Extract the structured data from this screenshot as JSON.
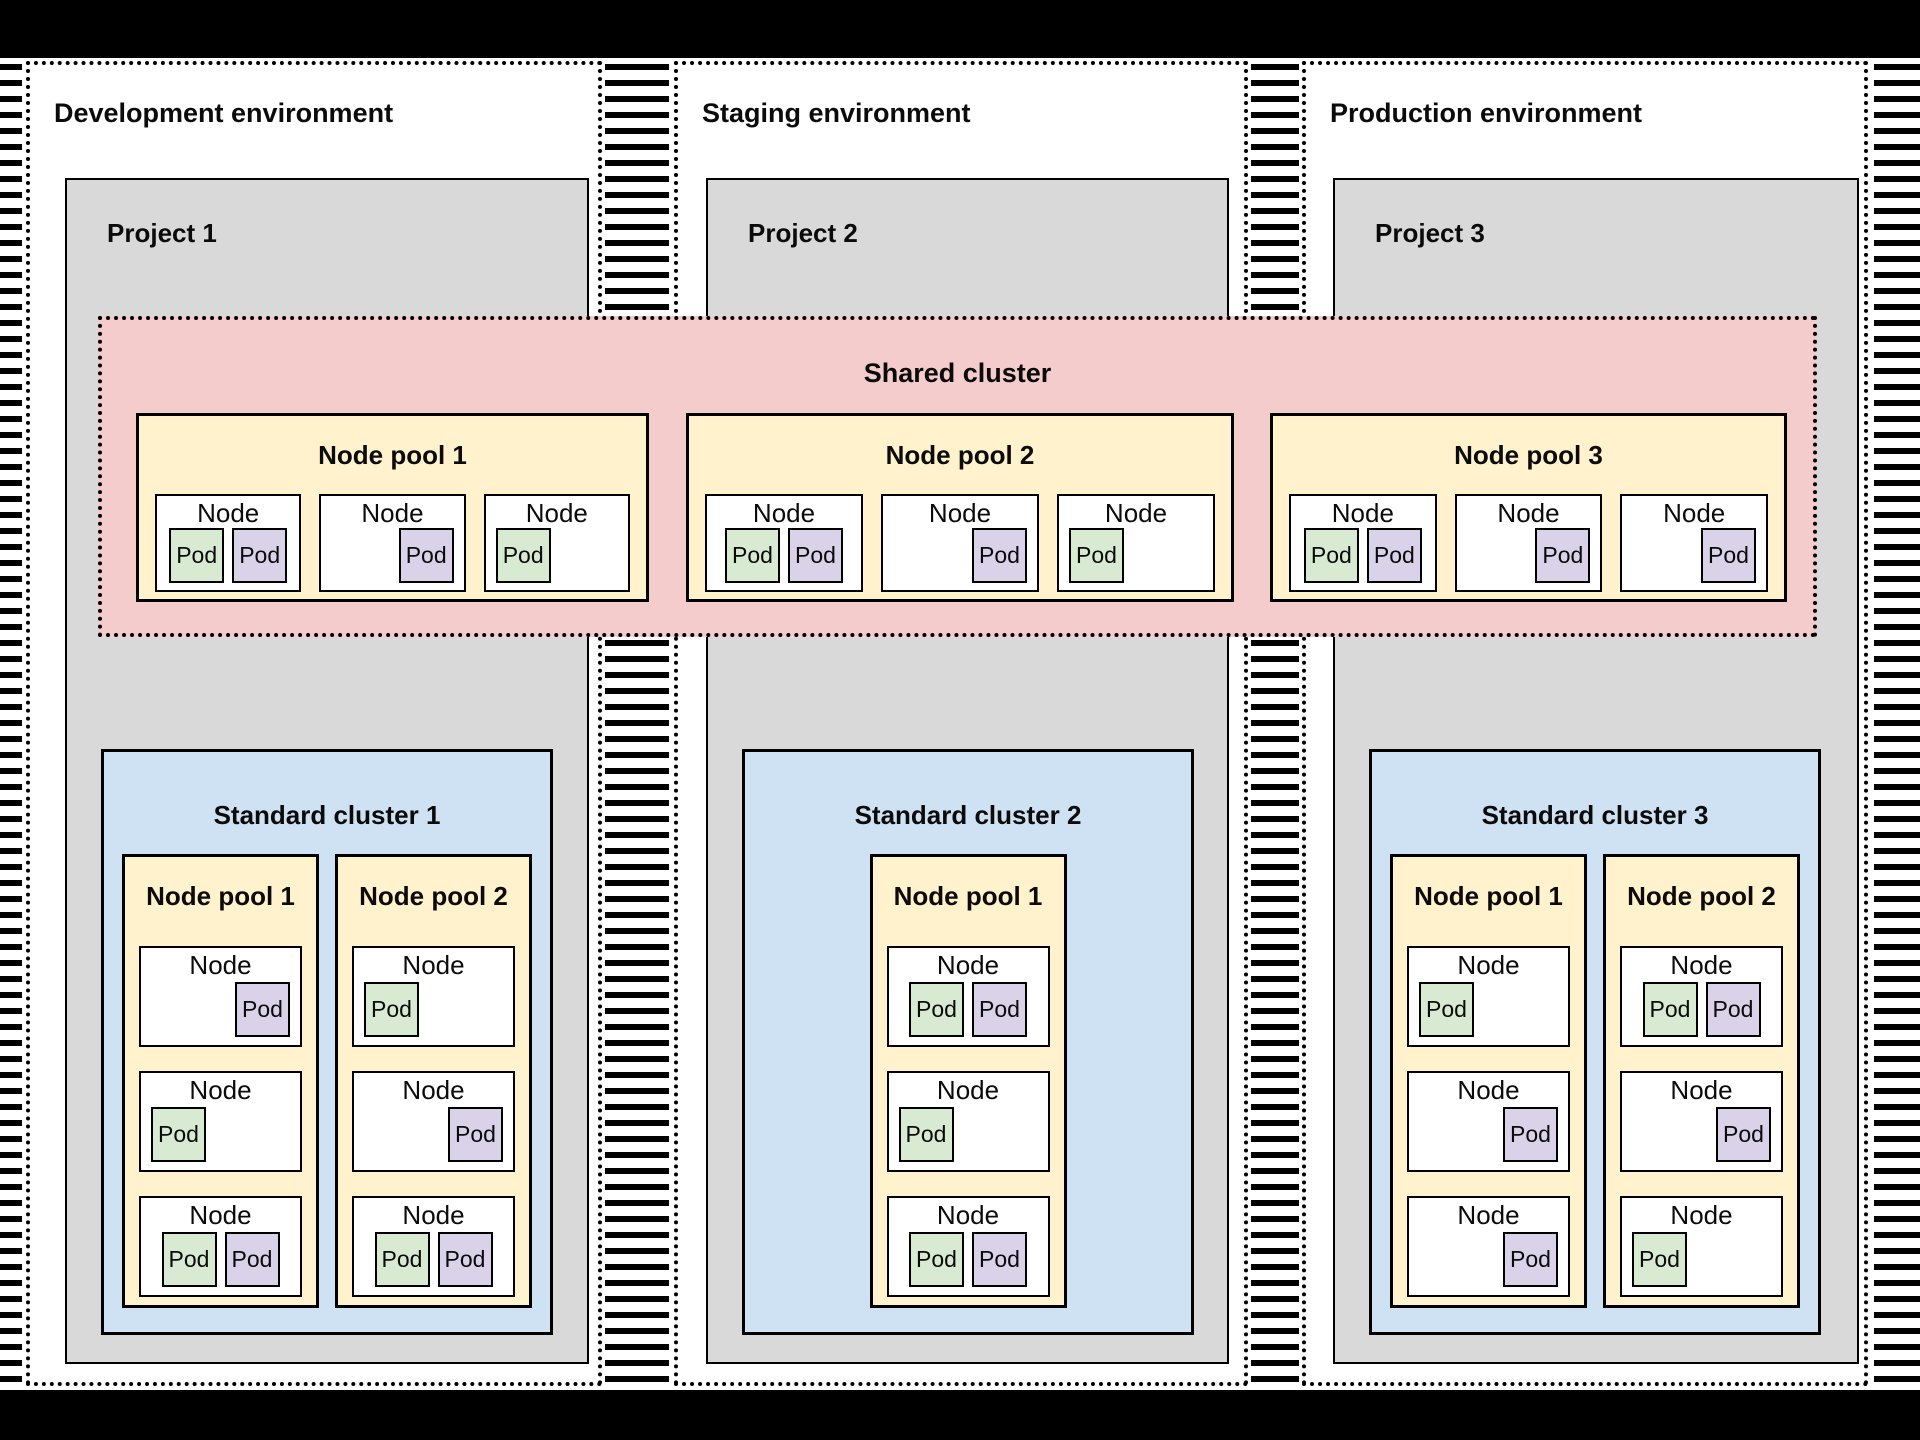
{
  "diagram": {
    "kind": "gke-multi-environment-architecture",
    "colors": {
      "background": "#000000",
      "canvas": "#ffffff",
      "project_gray": "#d9d9d9",
      "shared_cluster_pink": "#f4cccc",
      "node_pool_yellow": "#fff2cc",
      "standard_cluster_blue": "#cfe2f3",
      "pod_green": "#d9ead3",
      "pod_purple": "#d9d2e9",
      "line_black": "#000000"
    }
  },
  "shared_cluster": {
    "title": "Shared cluster",
    "node_pools": [
      {
        "title": "Node pool 1",
        "nodes": [
          {
            "label": "Node",
            "pods_align": "center",
            "pods": [
              {
                "label": "Pod",
                "color": "green"
              },
              {
                "label": "Pod",
                "color": "purple"
              }
            ]
          },
          {
            "label": "Node",
            "pods_align": "right",
            "pods": [
              {
                "label": "Pod",
                "color": "purple"
              }
            ]
          },
          {
            "label": "Node",
            "pods_align": "left",
            "pods": [
              {
                "label": "Pod",
                "color": "green"
              }
            ]
          }
        ]
      },
      {
        "title": "Node pool 2",
        "nodes": [
          {
            "label": "Node",
            "pods_align": "center",
            "pods": [
              {
                "label": "Pod",
                "color": "green"
              },
              {
                "label": "Pod",
                "color": "purple"
              }
            ]
          },
          {
            "label": "Node",
            "pods_align": "right",
            "pods": [
              {
                "label": "Pod",
                "color": "purple"
              }
            ]
          },
          {
            "label": "Node",
            "pods_align": "left",
            "pods": [
              {
                "label": "Pod",
                "color": "green"
              }
            ]
          }
        ]
      },
      {
        "title": "Node pool 3",
        "nodes": [
          {
            "label": "Node",
            "pods_align": "center",
            "pods": [
              {
                "label": "Pod",
                "color": "green"
              },
              {
                "label": "Pod",
                "color": "purple"
              }
            ]
          },
          {
            "label": "Node",
            "pods_align": "right",
            "pods": [
              {
                "label": "Pod",
                "color": "purple"
              }
            ]
          },
          {
            "label": "Node",
            "pods_align": "right",
            "pods": [
              {
                "label": "Pod",
                "color": "purple"
              }
            ]
          }
        ]
      }
    ]
  },
  "environments": [
    {
      "title": "Development environment",
      "project": {
        "title": "Project 1",
        "standard_cluster": {
          "title": "Standard cluster 1",
          "node_pools": [
            {
              "title": "Node pool 1",
              "nodes": [
                {
                  "label": "Node",
                  "pods_align": "right",
                  "pods": [
                    {
                      "label": "Pod",
                      "color": "purple"
                    }
                  ]
                },
                {
                  "label": "Node",
                  "pods_align": "left",
                  "pods": [
                    {
                      "label": "Pod",
                      "color": "green"
                    }
                  ]
                },
                {
                  "label": "Node",
                  "pods_align": "center",
                  "pods": [
                    {
                      "label": "Pod",
                      "color": "green"
                    },
                    {
                      "label": "Pod",
                      "color": "purple"
                    }
                  ]
                }
              ]
            },
            {
              "title": "Node pool 2",
              "nodes": [
                {
                  "label": "Node",
                  "pods_align": "left",
                  "pods": [
                    {
                      "label": "Pod",
                      "color": "green"
                    }
                  ]
                },
                {
                  "label": "Node",
                  "pods_align": "right",
                  "pods": [
                    {
                      "label": "Pod",
                      "color": "purple"
                    }
                  ]
                },
                {
                  "label": "Node",
                  "pods_align": "center",
                  "pods": [
                    {
                      "label": "Pod",
                      "color": "green"
                    },
                    {
                      "label": "Pod",
                      "color": "purple"
                    }
                  ]
                }
              ]
            }
          ]
        }
      }
    },
    {
      "title": "Staging environment",
      "project": {
        "title": "Project 2",
        "standard_cluster": {
          "title": "Standard cluster 2",
          "node_pools": [
            {
              "title": "Node pool 1",
              "nodes": [
                {
                  "label": "Node",
                  "pods_align": "center",
                  "pods": [
                    {
                      "label": "Pod",
                      "color": "green"
                    },
                    {
                      "label": "Pod",
                      "color": "purple"
                    }
                  ]
                },
                {
                  "label": "Node",
                  "pods_align": "left",
                  "pods": [
                    {
                      "label": "Pod",
                      "color": "green"
                    }
                  ]
                },
                {
                  "label": "Node",
                  "pods_align": "center",
                  "pods": [
                    {
                      "label": "Pod",
                      "color": "green"
                    },
                    {
                      "label": "Pod",
                      "color": "purple"
                    }
                  ]
                }
              ]
            }
          ]
        }
      }
    },
    {
      "title": "Production environment",
      "project": {
        "title": "Project 3",
        "standard_cluster": {
          "title": "Standard cluster 3",
          "node_pools": [
            {
              "title": "Node pool 1",
              "nodes": [
                {
                  "label": "Node",
                  "pods_align": "left",
                  "pods": [
                    {
                      "label": "Pod",
                      "color": "green"
                    }
                  ]
                },
                {
                  "label": "Node",
                  "pods_align": "right",
                  "pods": [
                    {
                      "label": "Pod",
                      "color": "purple"
                    }
                  ]
                },
                {
                  "label": "Node",
                  "pods_align": "right",
                  "pods": [
                    {
                      "label": "Pod",
                      "color": "purple"
                    }
                  ]
                }
              ]
            },
            {
              "title": "Node pool 2",
              "nodes": [
                {
                  "label": "Node",
                  "pods_align": "center",
                  "pods": [
                    {
                      "label": "Pod",
                      "color": "green"
                    },
                    {
                      "label": "Pod",
                      "color": "purple"
                    }
                  ]
                },
                {
                  "label": "Node",
                  "pods_align": "right",
                  "pods": [
                    {
                      "label": "Pod",
                      "color": "purple"
                    }
                  ]
                },
                {
                  "label": "Node",
                  "pods_align": "left",
                  "pods": [
                    {
                      "label": "Pod",
                      "color": "green"
                    }
                  ]
                }
              ]
            }
          ]
        }
      }
    }
  ]
}
